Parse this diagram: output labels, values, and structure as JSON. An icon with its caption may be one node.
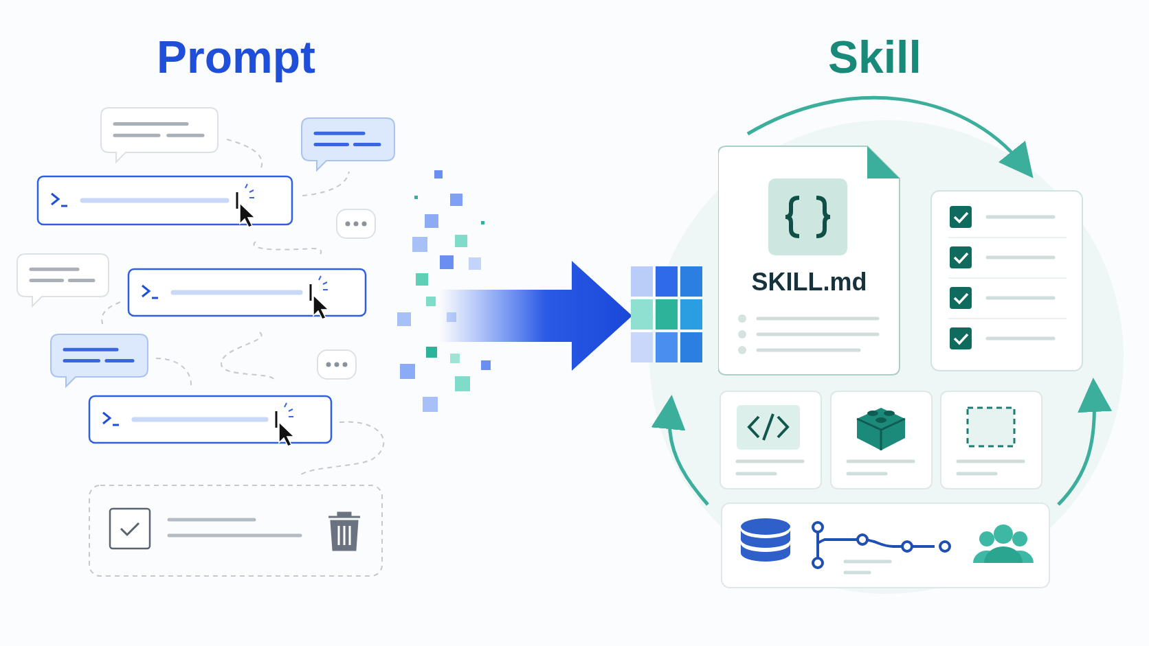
{
  "diagram": {
    "nodes": [
      {
        "text": [
          "SKILL.md"
        ]
      }
    ],
    "labels": [
      "Prompt",
      "Skill"
    ]
  }
}
